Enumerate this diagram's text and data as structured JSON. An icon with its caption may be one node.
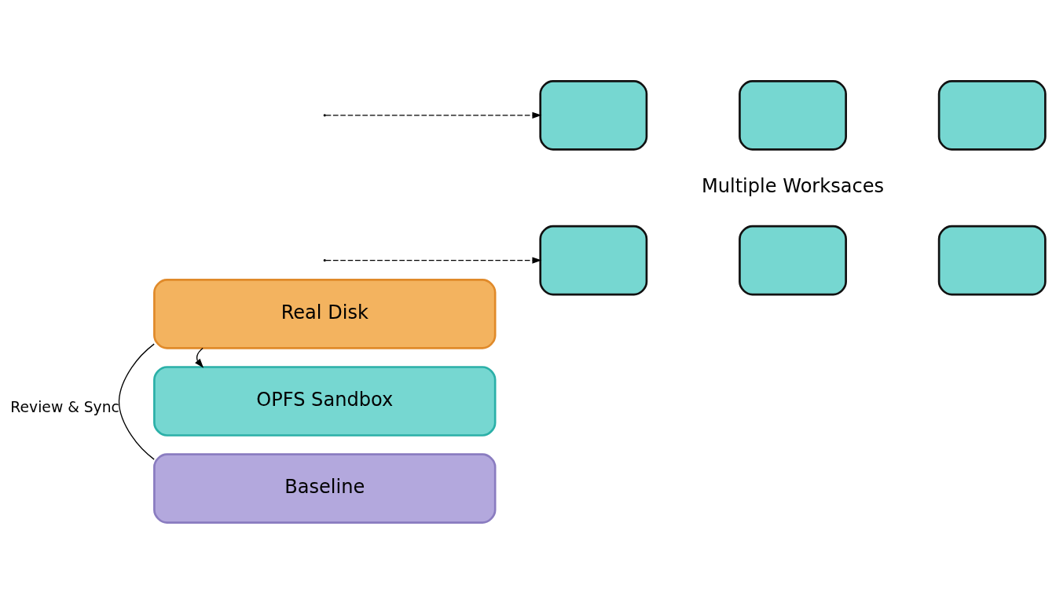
{
  "diagram": {
    "nodes": [
      {
        "text": [
          "Real Disk"
        ]
      },
      {
        "text": [
          "OPFS Sandbox"
        ]
      },
      {
        "text": [
          "Baseline"
        ]
      },
      {
        "text": [],
        "shape": "box"
      },
      {
        "text": [],
        "shape": "box"
      },
      {
        "text": [],
        "shape": "box"
      },
      {
        "text": [],
        "shape": "box"
      },
      {
        "text": [],
        "shape": "box"
      },
      {
        "text": [],
        "shape": "box"
      }
    ],
    "edges": [
      {
        "from": 0,
        "to": 1,
        "arrow": "to"
      },
      {
        "from": 0,
        "to": 2,
        "arrow": "none",
        "label": "Review & Sync"
      },
      {
        "from": null,
        "to": 3,
        "arrow": "to",
        "style": "dashed"
      },
      {
        "from": null,
        "to": 6,
        "arrow": "to",
        "style": "dashed"
      }
    ],
    "labels": [
      "Multiple Worksaces"
    ]
  }
}
